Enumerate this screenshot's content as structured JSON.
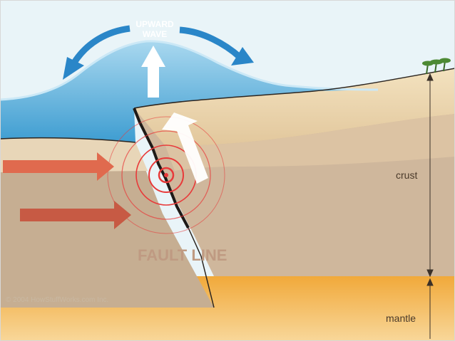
{
  "labels": {
    "wave_line1": "UPWARD",
    "wave_line2": "WAVE",
    "fault": "FAULT LINE",
    "crust": "crust",
    "mantle": "mantle",
    "copyright": "© 2004 HowStuffWorks.com Inc."
  },
  "colors": {
    "sky": "#e9f4f8",
    "ocean": "#5aaed6",
    "wave_arrow": "#2a86c8",
    "crust": "#cfb79c",
    "mantle": "#f2b24a",
    "push_arrow": "#e06a4e",
    "rings": "#e83a3a"
  }
}
